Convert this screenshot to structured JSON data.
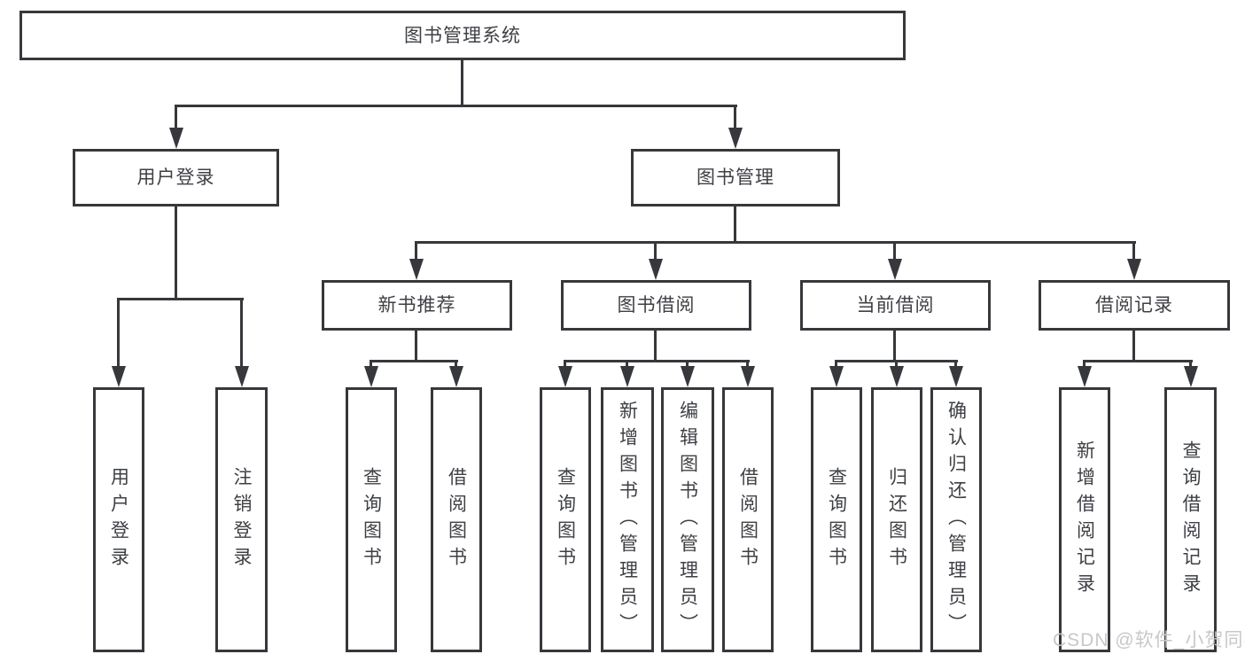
{
  "tree": {
    "label": "图书管理系统",
    "children": [
      {
        "label": "用户登录",
        "children": [
          {
            "label": "用户登录"
          },
          {
            "label": "注销登录"
          }
        ]
      },
      {
        "label": "图书管理",
        "children": [
          {
            "label": "新书推荐",
            "children": [
              {
                "label": "查询图书"
              },
              {
                "label": "借阅图书"
              }
            ]
          },
          {
            "label": "图书借阅",
            "children": [
              {
                "label": "查询图书"
              },
              {
                "label": "新增图书（管理员）"
              },
              {
                "label": "编辑图书（管理员）"
              },
              {
                "label": "借阅图书"
              }
            ]
          },
          {
            "label": "当前借阅",
            "children": [
              {
                "label": "查询图书"
              },
              {
                "label": "归还图书"
              },
              {
                "label": "确认归还（管理员）"
              }
            ]
          },
          {
            "label": "借阅记录",
            "children": [
              {
                "label": "新增借阅记录"
              },
              {
                "label": "查询借阅记录"
              }
            ]
          }
        ]
      }
    ]
  },
  "watermark": {
    "text": "CSDN @软件_小贺同学"
  },
  "colors": {
    "line": "#36383b",
    "text": "#3e4045",
    "box_bg": "#ffffff",
    "background": "#ffffff",
    "watermark": "#c8c8c8"
  }
}
